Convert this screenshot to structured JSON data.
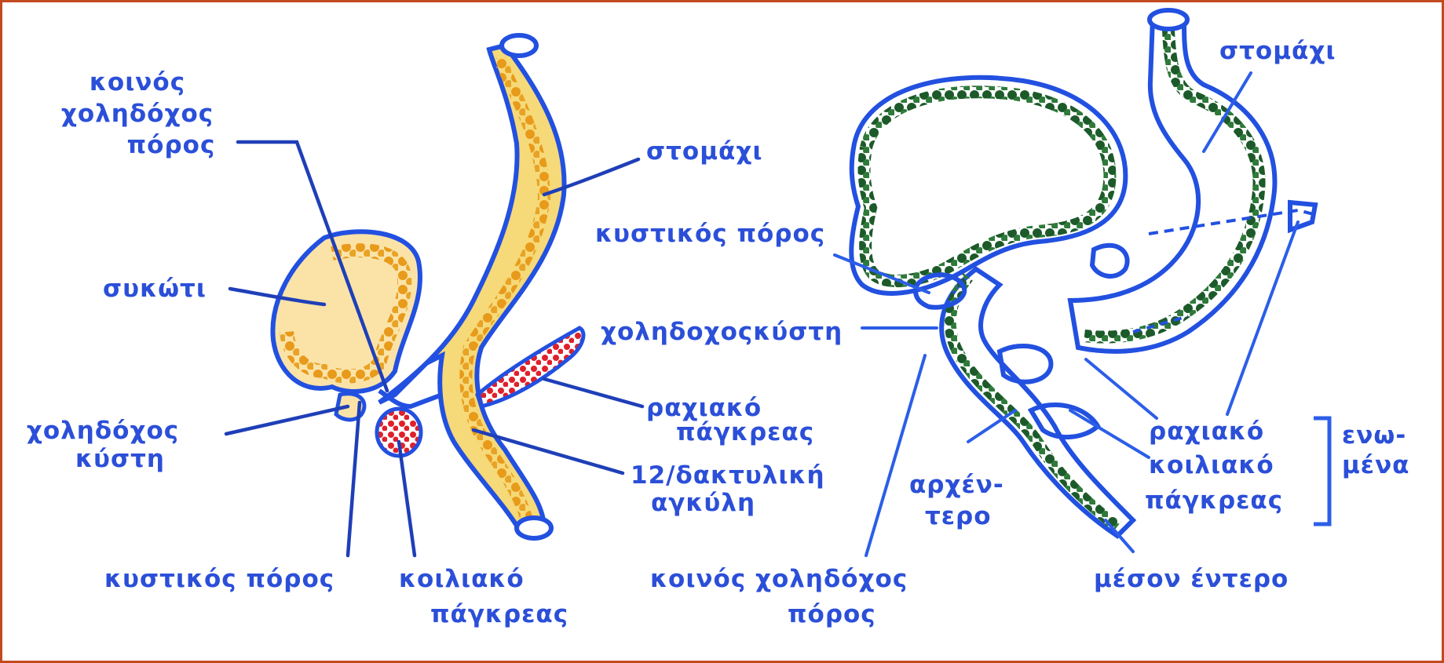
{
  "left_diagram": {
    "labels": {
      "common_bile_duct": [
        "κοινός",
        "χοληδόχος",
        "πόρος"
      ],
      "stomach": "στομάχι",
      "cystic_duct_top": "κυστικός πόρος",
      "liver": "συκώτι",
      "gallbladder_right": "χοληδοχοςκύστη",
      "dorsal_pancreas": [
        "ραχιακό",
        "πάγκρεας"
      ],
      "gallbladder_left": [
        "χοληδόχος",
        "κύστη"
      ],
      "duodenal_loop": [
        "12/δακτυλική",
        "αγκύλη"
      ],
      "cystic_duct_bottom": "κυστικός πόρος",
      "ventral_pancreas": [
        "κοιλιακό",
        "πάγκρεας"
      ]
    }
  },
  "right_diagram": {
    "labels": {
      "stomach": "στομάχι",
      "archenteron": [
        "αρχέν-",
        "τερο"
      ],
      "common_bile_duct": "κοινός χοληδόχος",
      "common_bile_duct_2": "πόρος",
      "pancreas_group": [
        "ραχιακό",
        "κοιλιακό",
        "πάγκρεας"
      ],
      "fused": [
        "ενω-",
        "μένα"
      ],
      "midgut": "μέσον έντερο"
    }
  },
  "colors": {
    "border": "#c24a1e",
    "label": "#2b4fd8",
    "outline": "#2250e0",
    "orange_dots": "#e89a1a",
    "red_dots": "#e0202a",
    "green_dots": "#1d5a2a",
    "tube_fill": "#f6d978"
  }
}
